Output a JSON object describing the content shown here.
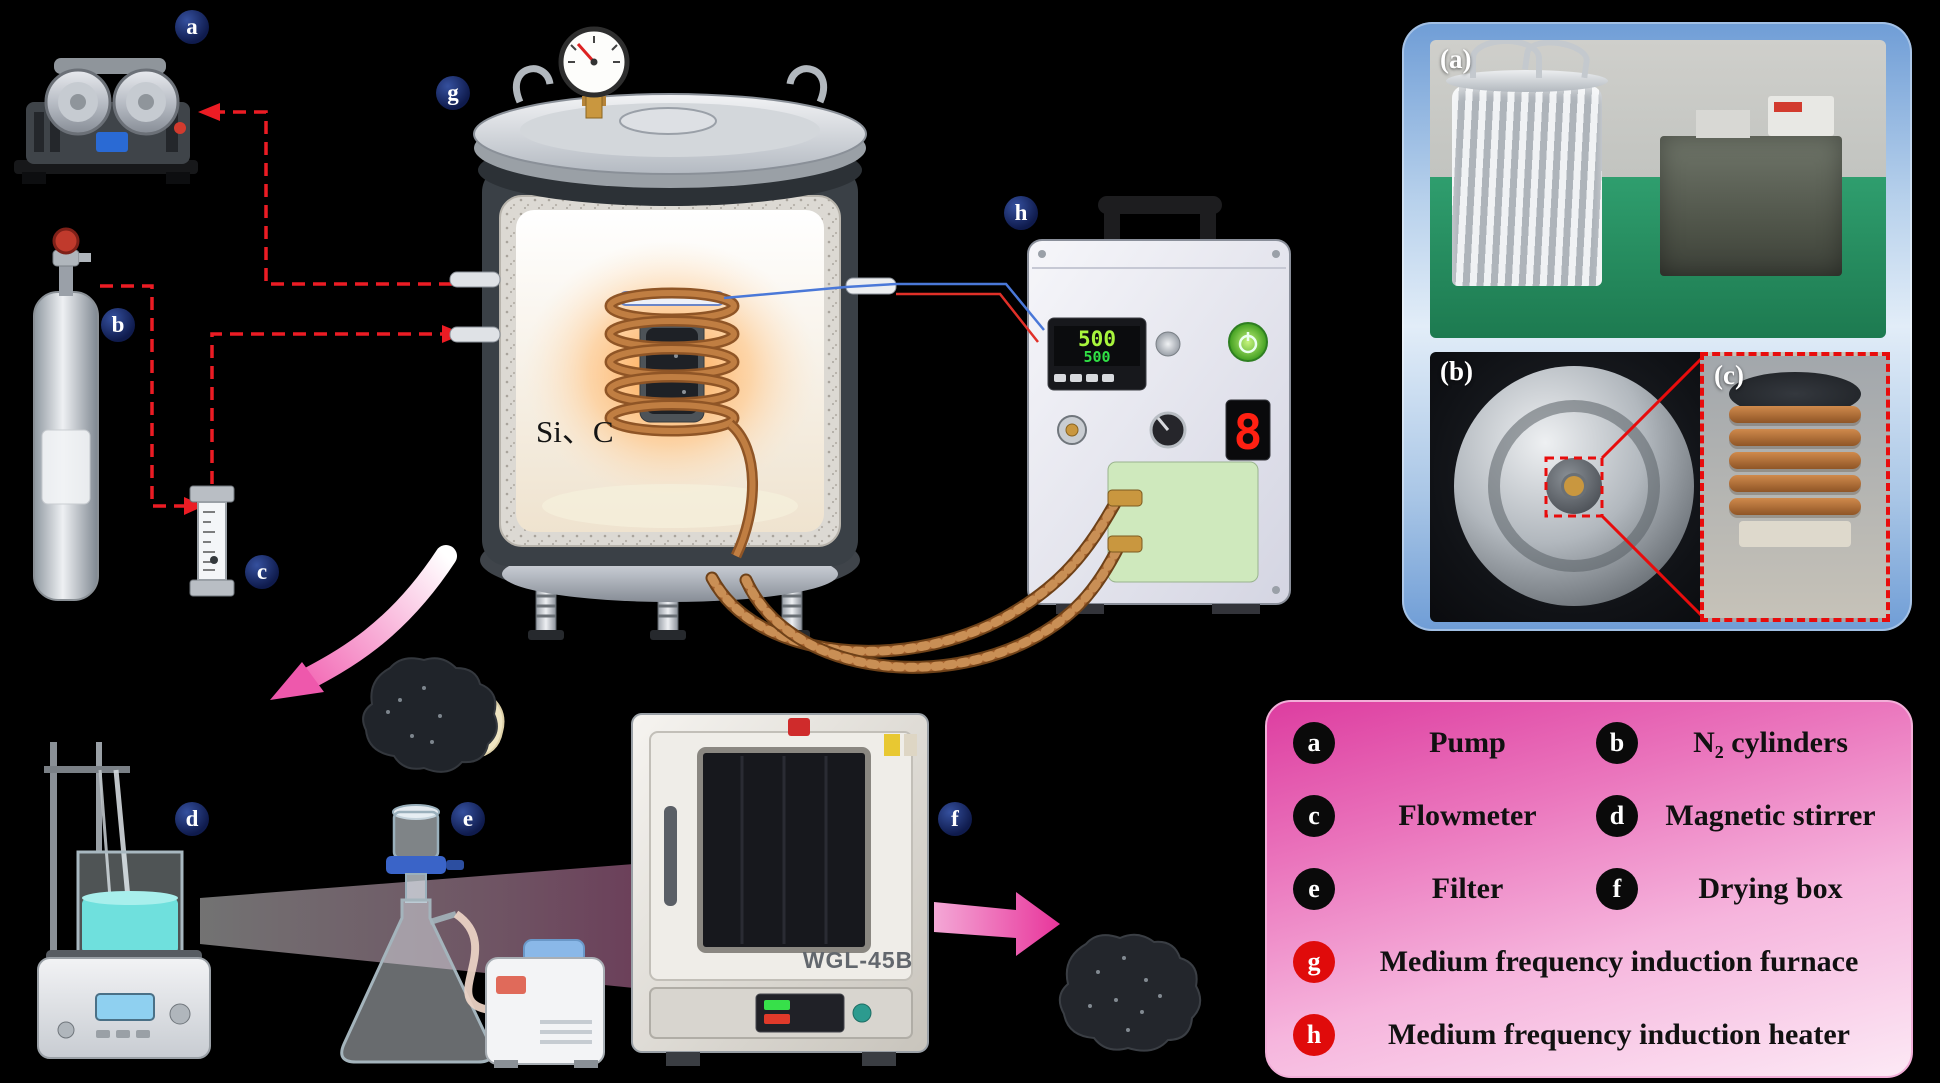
{
  "background_color": "#000000",
  "markers": {
    "a": "a",
    "b": "b",
    "c": "c",
    "d": "d",
    "e": "e",
    "f": "f",
    "g": "g",
    "h": "h"
  },
  "furnace": {
    "contents_label": "Si、C"
  },
  "heater_panel": {
    "pv_value": "500",
    "sv_value": "500",
    "power_digit": "8"
  },
  "drying_box": {
    "model": "WGL-45B"
  },
  "photo_panel": {
    "label_a": "(a)",
    "label_b": "(b)",
    "label_c": "(c)"
  },
  "legend": {
    "items": [
      {
        "marker": "a",
        "label": "Pump",
        "marker_color": "#000000"
      },
      {
        "marker": "b",
        "label": "N₂ cylinders",
        "marker_color": "#000000"
      },
      {
        "marker": "c",
        "label": "Flowmeter",
        "marker_color": "#000000"
      },
      {
        "marker": "d",
        "label": "Magnetic stirrer",
        "marker_color": "#000000"
      },
      {
        "marker": "e",
        "label": "Filter",
        "marker_color": "#000000"
      },
      {
        "marker": "f",
        "label": "Drying box",
        "marker_color": "#000000"
      },
      {
        "marker": "g",
        "label": "Medium frequency induction furnace",
        "marker_color": "#e00b0b"
      },
      {
        "marker": "h",
        "label": "Medium frequency induction heater",
        "marker_color": "#e00b0b"
      }
    ],
    "panel_gradient": [
      "#dd3da0",
      "#fce9f5"
    ]
  },
  "flow_colors": {
    "gas_dashed_line": "#ec1c24",
    "process_arrow_pink": "#f263b2"
  }
}
